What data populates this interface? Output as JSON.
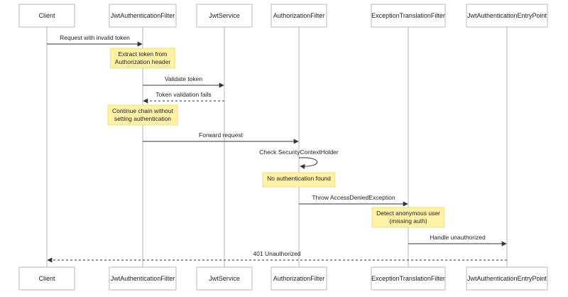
{
  "participants": [
    "Client",
    "JwtAuthenticationFilter",
    "JwtService",
    "AuthorizationFilter",
    "ExceptionTranslationFilter",
    "JwtAuthenticationEntryPoint"
  ],
  "messages": [
    {
      "from": 0,
      "to": 1,
      "label": "Request with invalid token",
      "dashed": false
    },
    {
      "from": 1,
      "to": 2,
      "label": "Validate token",
      "dashed": false
    },
    {
      "from": 2,
      "to": 1,
      "label": "Token validation fails",
      "dashed": true
    },
    {
      "from": 1,
      "to": 3,
      "label": "Forward request",
      "dashed": false
    },
    {
      "from": 3,
      "to": 3,
      "label": "Check SecurityContextHolder",
      "dashed": false
    },
    {
      "from": 3,
      "to": 4,
      "label": "Throw AccessDeniedException",
      "dashed": false
    },
    {
      "from": 4,
      "to": 5,
      "label": "Handle unauthorized",
      "dashed": false
    },
    {
      "from": 5,
      "to": 0,
      "label": "401 Unauthorized",
      "dashed": true
    }
  ],
  "notes": [
    {
      "over": 1,
      "lines": [
        "Extract token from",
        "Authorization header"
      ]
    },
    {
      "over": 1,
      "lines": [
        "Continue chain without",
        "setting authentication"
      ]
    },
    {
      "over": 3,
      "lines": [
        "No authentication found"
      ]
    },
    {
      "over": 4,
      "lines": [
        "Detect anonymous user",
        "(missing auth)"
      ]
    }
  ],
  "colors": {
    "note_fill": "#fff2a8",
    "note_border": "#f1de7a",
    "lifeline": "#cfcfcf",
    "arrow": "#333333"
  }
}
